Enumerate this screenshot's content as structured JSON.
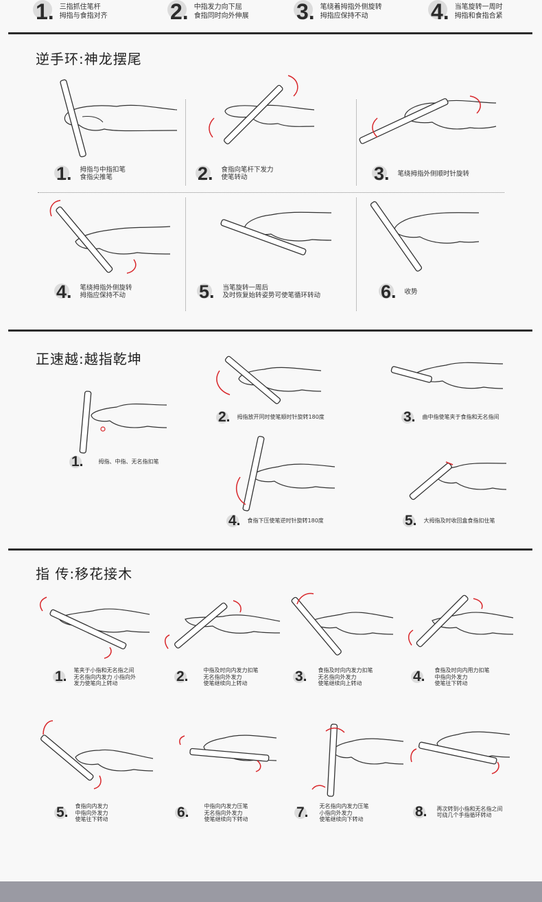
{
  "top_steps": [
    {
      "num": "1.",
      "text": [
        "三指抓住笔杆",
        "拇指与食指对齐"
      ]
    },
    {
      "num": "2.",
      "text": [
        "中指发力向下屈",
        "食指同时向外伸展"
      ]
    },
    {
      "num": "3.",
      "text": [
        "笔绕着拇指外侧旋转",
        "拇指应保持不动"
      ]
    },
    {
      "num": "4.",
      "text": [
        "当笔旋转一周时",
        "拇指和食指合紧"
      ]
    }
  ],
  "section1": {
    "title": "逆手环:神龙摆尾",
    "steps": [
      {
        "num": "1.",
        "text": [
          "拇指与中指扣笔",
          "食指尖推笔"
        ]
      },
      {
        "num": "2.",
        "text": [
          "食指向笔杆下发力",
          "使笔转动"
        ]
      },
      {
        "num": "3.",
        "text": [
          "笔绕拇指外侧顺时针旋转"
        ]
      },
      {
        "num": "4.",
        "text": [
          "笔绕拇指外侧旋转",
          "拇指应保持不动"
        ]
      },
      {
        "num": "5.",
        "text": [
          "当笔旋转一周后",
          "及时恢复始转姿势可使笔循环转动"
        ]
      },
      {
        "num": "6.",
        "text": [
          "收势"
        ]
      }
    ]
  },
  "section2": {
    "title": "正速越:越指乾坤",
    "steps": [
      {
        "num": "1.",
        "text": [
          "拇指、中指、无名指扣笔"
        ]
      },
      {
        "num": "2.",
        "text": [
          "拇指放开同时使笔顺时针旋转180度"
        ]
      },
      {
        "num": "3.",
        "text": [
          "曲中指使笔夹于食指和无名指间"
        ]
      },
      {
        "num": "4.",
        "text": [
          "食指下压使笔逆时针旋转180度"
        ]
      },
      {
        "num": "5.",
        "text": [
          "大拇指及时收回盒食指扣住笔"
        ]
      }
    ]
  },
  "section3": {
    "title": "指  传:移花接木",
    "steps": [
      {
        "num": "1.",
        "text": [
          "笔夹于小指和无名指之间",
          "无名指向内发力 小指向外",
          "发力使笔向上转动"
        ]
      },
      {
        "num": "2.",
        "text": [
          "中指及时向内发力扣笔",
          "无名指向外发力",
          "使笔继续向上转动"
        ]
      },
      {
        "num": "3.",
        "text": [
          "食指及时向内发力扣笔",
          "无名指向外发力",
          "使笔继续向上转动"
        ]
      },
      {
        "num": "4.",
        "text": [
          "食指及时向内用力扣笔",
          "中指向外发力",
          "使笔往下转动"
        ]
      },
      {
        "num": "5.",
        "text": [
          "食指向内发力",
          "中指向外发力",
          "使笔往下转动"
        ]
      },
      {
        "num": "6.",
        "text": [
          "中指向内发力压笔",
          "无名指向外发力",
          "使笔继续向下转动"
        ]
      },
      {
        "num": "7.",
        "text": [
          "无名指向内发力压笔",
          "小指向外发力",
          "使笔继续向下转动"
        ]
      },
      {
        "num": "8.",
        "text": [
          "再次转到小指和无名指之间",
          "可绕几个手指循环转动"
        ]
      }
    ]
  },
  "colors": {
    "arrow": "#d8262a",
    "ink": "#2b2b2b",
    "badge": "#dcdcdc",
    "bar": "#9a9aa3"
  }
}
